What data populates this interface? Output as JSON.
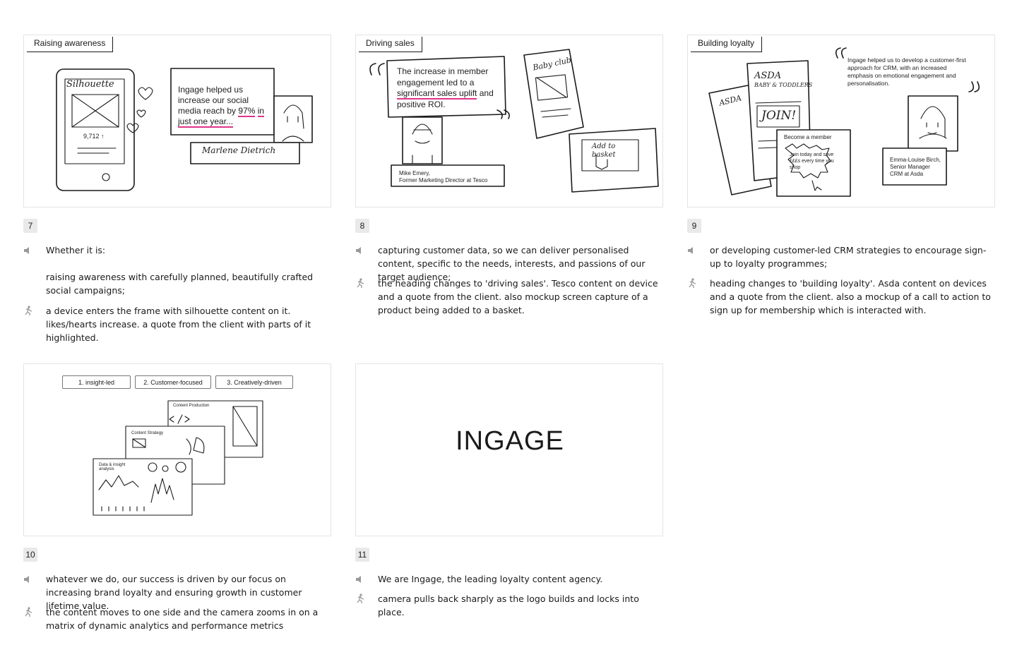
{
  "panels": [
    {
      "number": "7",
      "heading": "Raising awareness",
      "device_label": "Silhouette",
      "likes": "9,712 ↑",
      "quote_pre": "Ingage helped us increase our social media reach by ",
      "quote_hl1": "97%",
      "quote_hl2": "in just one year...",
      "quote_author": "Marlene Dietrich",
      "voiceover": [
        "Whether it is:",
        "raising awareness with carefully planned, beautifully crafted social campaigns;"
      ],
      "action": "a device enters the frame with silhouette content on it. likes/hearts increase. a quote from the client with parts of it highlighted."
    },
    {
      "number": "8",
      "heading": "Driving sales",
      "quote_pre": "The increase in member engagement led to a ",
      "quote_hl": "significant sales uplift",
      "quote_post": " and positive ROI.",
      "person_name": "Mike Emery,",
      "person_title": "Former Marketing Director at Tesco",
      "device_label": "Baby club",
      "basket_label": "Add to basket",
      "voiceover": [
        "capturing customer data, so we can deliver personalised content, specific to the needs, interests, and passions of our target audience;"
      ],
      "action": "the heading changes to 'driving sales'. Tesco content on device and a quote from the client. also mockup screen capture of a product being added to a basket."
    },
    {
      "number": "9",
      "heading": "Building loyalty",
      "brand1": "ASDA",
      "brand2": "BABY & TODDLERS",
      "join": "JOIN!",
      "member_title": "Become a member",
      "member_text": "Join today and save £££s every time you shop",
      "quote": "Ingage helped us to develop a customer-first approach for CRM, with an increased emphasis on emotional engagement and personalisation.",
      "person_name": "Emma-Louise Birch,",
      "person_title": "Senior Manager CRM at Asda",
      "voiceover": [
        "or developing customer-led CRM strategies to encourage sign-up to loyalty programmes;"
      ],
      "action": "heading changes to 'building loyalty'. Asda content on devices and a quote from the client. also a mockup of a call to action to sign up for membership which is interacted with."
    },
    {
      "number": "10",
      "pills": [
        "1. insight-led",
        "2. Customer-focused",
        "3. Creatively-driven"
      ],
      "cards": [
        "Content Production",
        "Content Strategy",
        "Data & insight analysis"
      ],
      "voiceover": [
        "whatever we do, our success is driven by our focus on increasing brand loyalty and ensuring growth in customer lifetime value."
      ],
      "action": "the content moves to one side and the camera zooms in on a matrix of dynamic analytics and performance metrics"
    },
    {
      "number": "11",
      "logo": "INGAGE",
      "voiceover": [
        "We are Ingage, the leading loyalty content agency."
      ],
      "action": "camera pulls back sharply as the logo builds and locks into place."
    }
  ]
}
